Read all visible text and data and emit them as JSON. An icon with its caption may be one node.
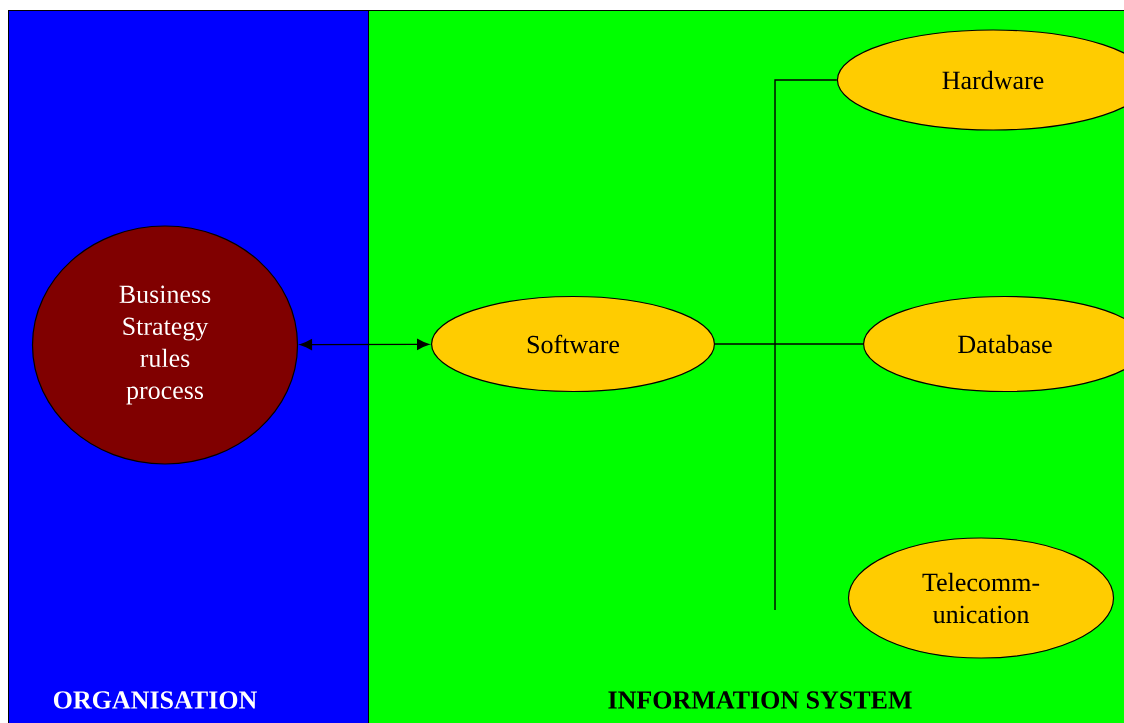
{
  "diagram": {
    "nodes": [
      {
        "text": [
          "ORGANISATION"
        ]
      },
      {
        "text": [
          "Business Strategy rules process"
        ],
        "in": 0
      },
      {
        "text": [
          "INFORMATION SYSTEM"
        ]
      },
      {
        "text": [
          "Software"
        ],
        "in": 2
      },
      {
        "text": [
          "Hardware"
        ],
        "in": 2
      },
      {
        "text": [
          "Database"
        ],
        "in": 2
      },
      {
        "text": [
          "Telecomm- unication"
        ],
        "in": 2
      }
    ],
    "edges": [
      {
        "from": 1,
        "to": 3,
        "arrow": "both"
      },
      {
        "from": 3,
        "to": 5,
        "arrow": "none"
      },
      {
        "from": 4,
        "to": null,
        "arrow": "none"
      }
    ]
  }
}
